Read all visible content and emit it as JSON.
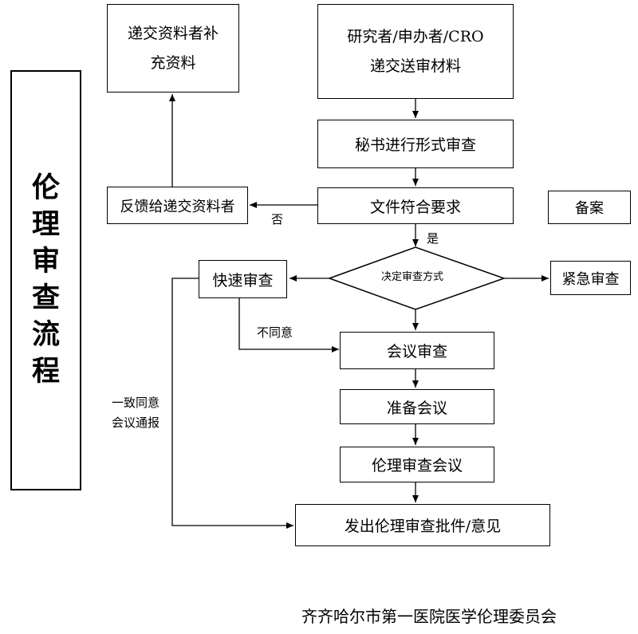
{
  "diagram": {
    "title_chars": [
      "伦",
      "理",
      "审",
      "查",
      "流",
      "程"
    ],
    "nodes": {
      "supplement": [
        "递交资料者补",
        "充资料"
      ],
      "submit": [
        "研究者/申办者/CRO",
        "递交送审材料"
      ],
      "formal_review": "秘书进行形式审查",
      "meets_requirements": "文件符合要求",
      "feedback": "反馈给递交资料者",
      "filing": "备案",
      "decide": "决定审查方式",
      "quick_review": "快速审查",
      "emergency_review": "紧急审查",
      "meeting_review": "会议审查",
      "prepare_meeting": "准备会议",
      "ethics_meeting": "伦理审查会议",
      "issue_approval": "发出伦理审查批件/意见"
    },
    "edge_labels": {
      "no": "否",
      "yes": "是",
      "disagree": "不同意",
      "agree_line1": "一致同意",
      "agree_line2": "会议通报"
    },
    "footer": "齐齐哈尔市第一医院医学伦理委员会"
  }
}
